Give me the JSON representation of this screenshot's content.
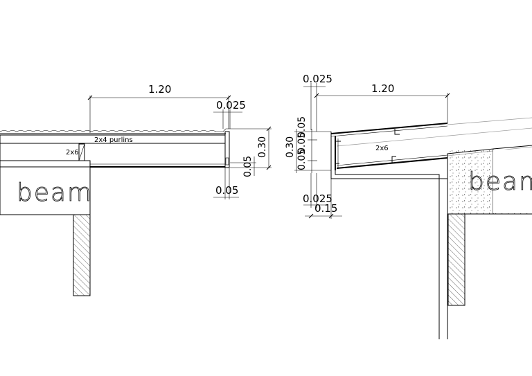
{
  "left_detail": {
    "dim_width": "1.20",
    "dim_top_offset": "0.025",
    "dim_height": "0.30",
    "dim_fascia": "0.05",
    "dim_bottom": "0.05",
    "purlins_label": "2x4  purlins",
    "rafter_label": "2x6",
    "beam_label": "beam"
  },
  "right_detail": {
    "dim_top_offset": "0.025",
    "dim_width": "1.20",
    "dim_height": "0.30",
    "dim_upper": "0.05",
    "dim_mid": "0.05",
    "dim_lower": "0.05",
    "dim_bottom_offset": "0.025",
    "dim_overhang": "0.15",
    "rafter_label": "2x6",
    "beam_label": "beam"
  }
}
